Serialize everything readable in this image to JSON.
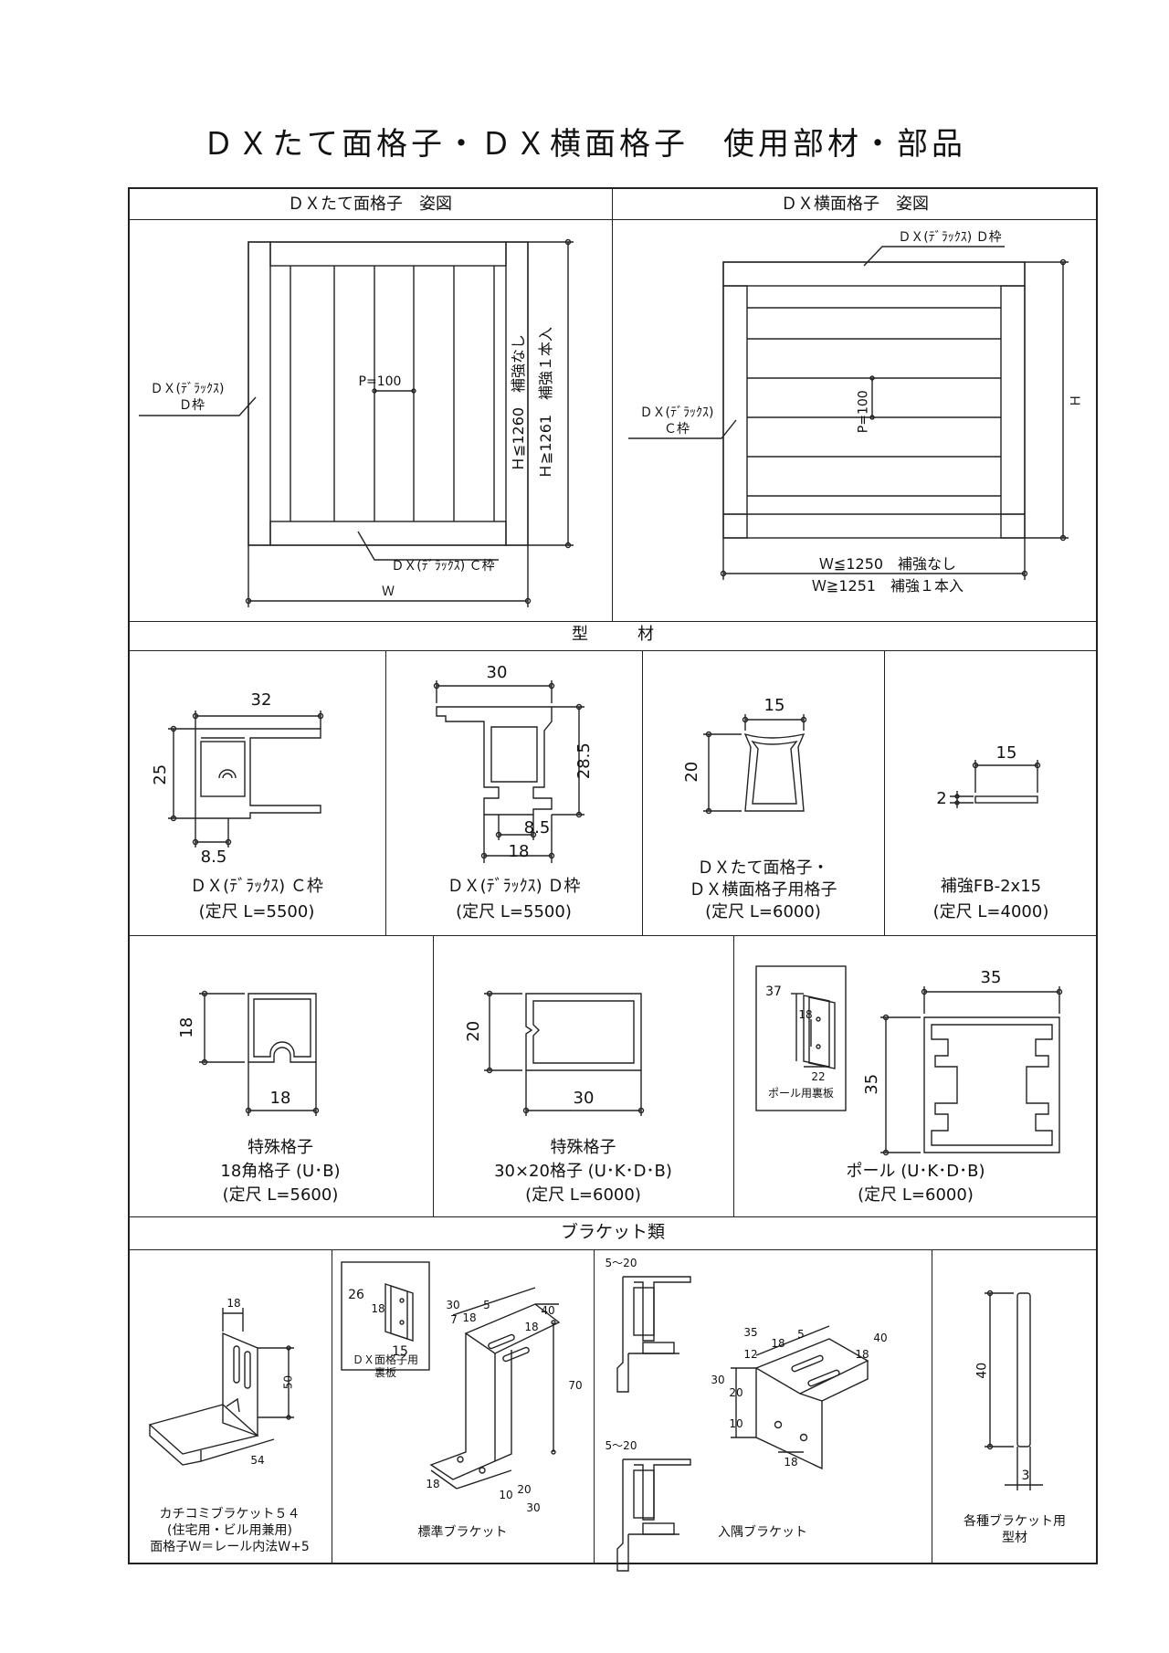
{
  "title": "ＤＸたて面格子・ＤＸ横面格子　使用部材・部品",
  "sections": {
    "tate": "ＤＸたて面格子　姿図",
    "yoko": "ＤＸ横面格子　姿図",
    "profiles": "型　　　材",
    "brackets": "ブラケット類"
  },
  "tate_view": {
    "frame_d": [
      "ＤＸ(ﾃﾞﾗｯｸｽ)",
      "Ｄ枠"
    ],
    "frame_c": "ＤＸ(ﾃﾞﾗｯｸｽ) Ｃ枠",
    "pitch": "P=100",
    "h1": "Ｈ≦1260　補強なし",
    "h2": "Ｈ≧1261　補強１本入",
    "w": "Ｗ"
  },
  "yoko_view": {
    "frame_d": "ＤＸ(ﾃﾞﾗｯｸｽ) Ｄ枠",
    "frame_c": [
      "ＤＸ(ﾃﾞﾗｯｸｽ)",
      "Ｃ枠"
    ],
    "pitch": "P=100",
    "h": "Ｈ",
    "w1": "Ｗ≦1250　補強なし",
    "w2": "Ｗ≧1251　補強１本入"
  },
  "profiles_row1": [
    {
      "lines": [
        "ＤＸ(ﾃﾞﾗｯｸｽ) Ｃ枠",
        "(定尺 L=5500)"
      ],
      "dims": [
        "32",
        "25",
        "8.5"
      ]
    },
    {
      "lines": [
        "ＤＸ(ﾃﾞﾗｯｸｽ) Ｄ枠",
        "(定尺 L=5500)"
      ],
      "dims": [
        "30",
        "28.5",
        "8.5",
        "18"
      ]
    },
    {
      "lines": [
        "ＤＸたて面格子・",
        "ＤＸ横面格子用格子",
        "(定尺 L=6000)"
      ],
      "dims": [
        "15",
        "20"
      ]
    },
    {
      "lines": [
        "補強FB-2x15",
        "(定尺 L=4000)"
      ],
      "dims": [
        "15",
        "2"
      ]
    }
  ],
  "profiles_row2": [
    {
      "lines": [
        "特殊格子",
        "18角格子 (U･B)",
        "(定尺 L=5600)"
      ],
      "dims": [
        "18",
        "18"
      ]
    },
    {
      "lines": [
        "特殊格子",
        "30×20格子 (U･K･D･B)",
        "(定尺 L=6000)"
      ],
      "dims": [
        "20",
        "30"
      ]
    },
    {
      "lines": [
        "ポール (U･K･D･B)",
        "(定尺 L=6000)"
      ],
      "dims": [
        "35",
        "35"
      ],
      "inset": {
        "label": "ポール用裏板",
        "dims": [
          "37",
          "18",
          "22"
        ]
      }
    }
  ],
  "brackets": [
    {
      "lines": [
        "カチコミブラケット５４",
        "(住宅用・ビル用兼用)",
        "面格子Ｗ＝レール内法W+5"
      ],
      "dims": [
        "18",
        "50",
        "54"
      ]
    },
    {
      "lines": [
        "標準ブラケット"
      ],
      "dims": [
        "30",
        "5",
        "7",
        "18",
        "40",
        "18",
        "70",
        "18",
        "10",
        "20",
        "30"
      ],
      "inset": {
        "lines": [
          "ＤＸ面格子用",
          "裏板"
        ],
        "dims": [
          "26",
          "18",
          "15"
        ]
      }
    },
    {
      "lines": [
        "入隅ブラケット"
      ],
      "dims": [
        "5〜20",
        "5〜20",
        "35",
        "18",
        "5",
        "40",
        "12",
        "18",
        "30",
        "20",
        "10",
        "18"
      ]
    },
    {
      "lines": [
        "各種ブラケット用",
        "型材"
      ],
      "dims": [
        "40",
        "3"
      ]
    }
  ]
}
